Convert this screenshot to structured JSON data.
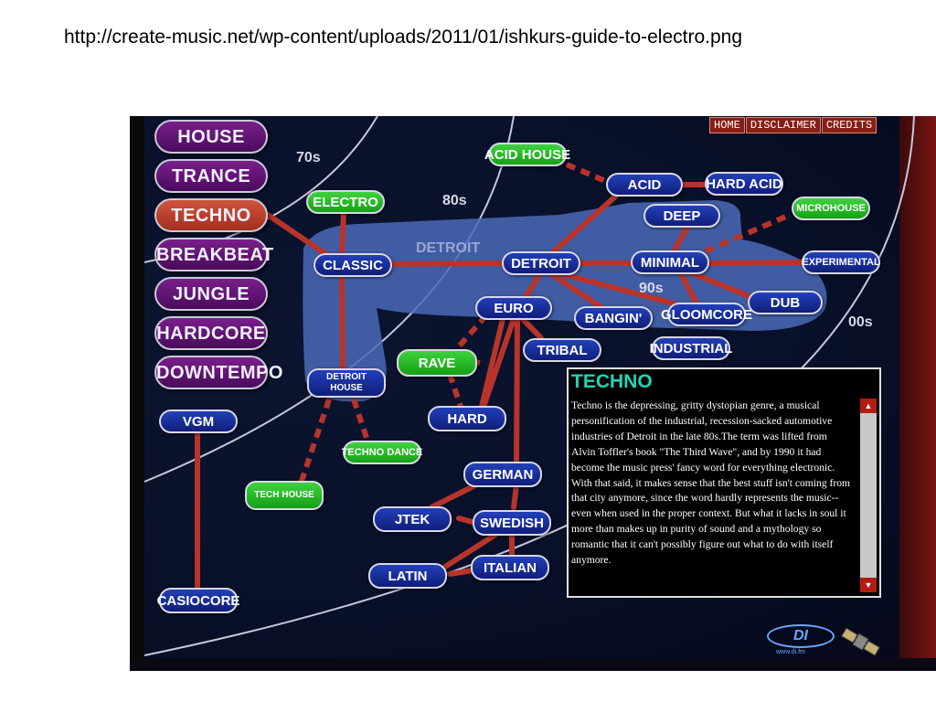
{
  "slide": {
    "caption": "http://create-music.net/wp-content/uploads/2011/01/ishkurs-guide-to-electro.png"
  },
  "topnav": {
    "items": [
      "HOME",
      "DISCLAIMER",
      "CREDITS"
    ]
  },
  "genres": [
    "House",
    "Trance",
    "Techno",
    "Breakbeat",
    "Jungle",
    "Hardcore",
    "Downtempo"
  ],
  "active_genre": "Techno",
  "eras": {
    "e70s": "70s",
    "e80s": "80s",
    "e90s": "90s",
    "e00s": "00s"
  },
  "region": {
    "detroit": "DETROIT"
  },
  "nodes": {
    "acid_house": "ACID HOUSE",
    "electro": "ELECTRO",
    "acid": "ACID",
    "hard_acid": "HARD ACID",
    "deep": "DEEP",
    "microhouse": "MICROHOUSE",
    "classic": "CLASSIC",
    "detroit": "DETROIT",
    "minimal": "MINIMAL",
    "experimental": "EXPERIMENTAL",
    "euro": "EURO",
    "dub": "DUB",
    "bangin": "BANGIN'",
    "gloomcore": "GLOOMCORE",
    "tribal": "TRIBAL",
    "industrial": "INDUSTRIAL",
    "rave": "RAVE",
    "detroit_house": "DETROIT HOUSE",
    "hard": "HARD",
    "vgm": "VGM",
    "techno_dance": "TECHNO DANCE",
    "german": "GERMAN",
    "tech_house": "TECH HOUSE",
    "jtek": "JTEK",
    "swedish": "SWEDISH",
    "latin": "LATIN",
    "italian": "ITALIAN",
    "casiocore": "CASIOCORE"
  },
  "info": {
    "title": "TECHNO",
    "body": "Techno is the depressing, gritty dystopian genre, a musical personification of the industrial, recession-sacked automotive industries of Detroit in the late 80s.The term was lifted from Alvin Toffler's book \"The Third Wave\", and by 1990 it had become the music press' fancy word for everything electronic. With that said, it makes sense that the best stuff isn't coming from that city anymore, since the word hardly represents the music--even when used in the proper context. But what it lacks in soul it more than makes up in purity of sound and a mythology so romantic that it can't possibly figure out what to do with itself anymore."
  },
  "logo": {
    "mark": "DI",
    "url": "www.di.fm"
  },
  "colors": {
    "purple_button": "#6a1480",
    "active_button": "#c0412c",
    "blue_node": "#1a2e9c",
    "green_node": "#2ec42e",
    "link": "#b8342a",
    "region": "#4a6ab8"
  }
}
